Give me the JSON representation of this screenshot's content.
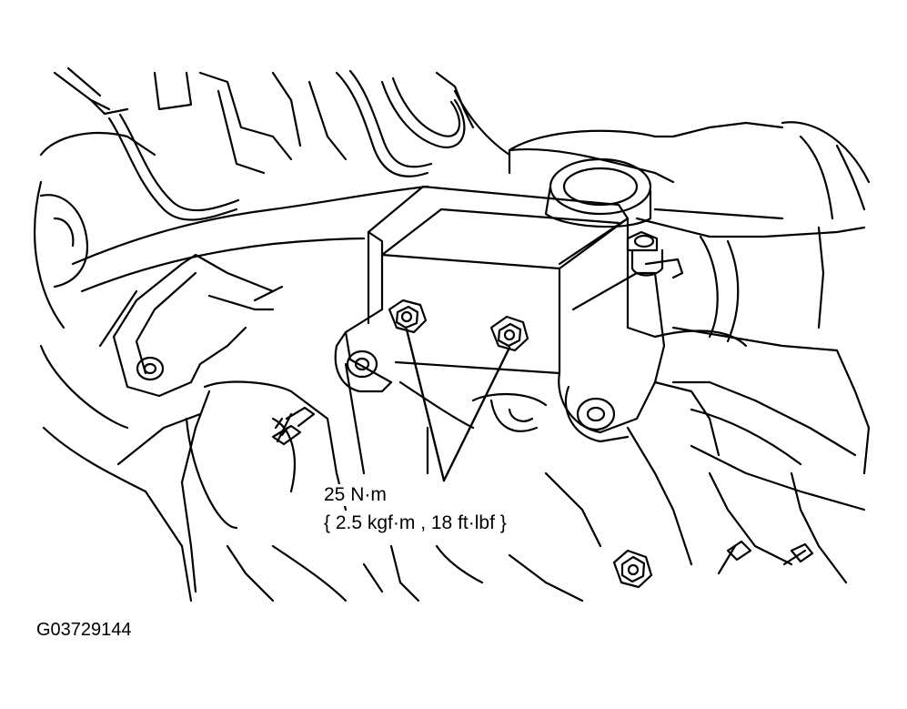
{
  "figure": {
    "id": "G03729144",
    "callouts": [
      {
        "torque_metric": "25 N·m",
        "torque_alt": "{ 2.5 kgf·m , 18 ft·lbf }"
      }
    ]
  },
  "colors": {
    "ink": "#000000",
    "background": "#ffffff"
  },
  "icons": [
    "bolt-icon",
    "stud-icon",
    "hose",
    "bracket",
    "pipe"
  ]
}
